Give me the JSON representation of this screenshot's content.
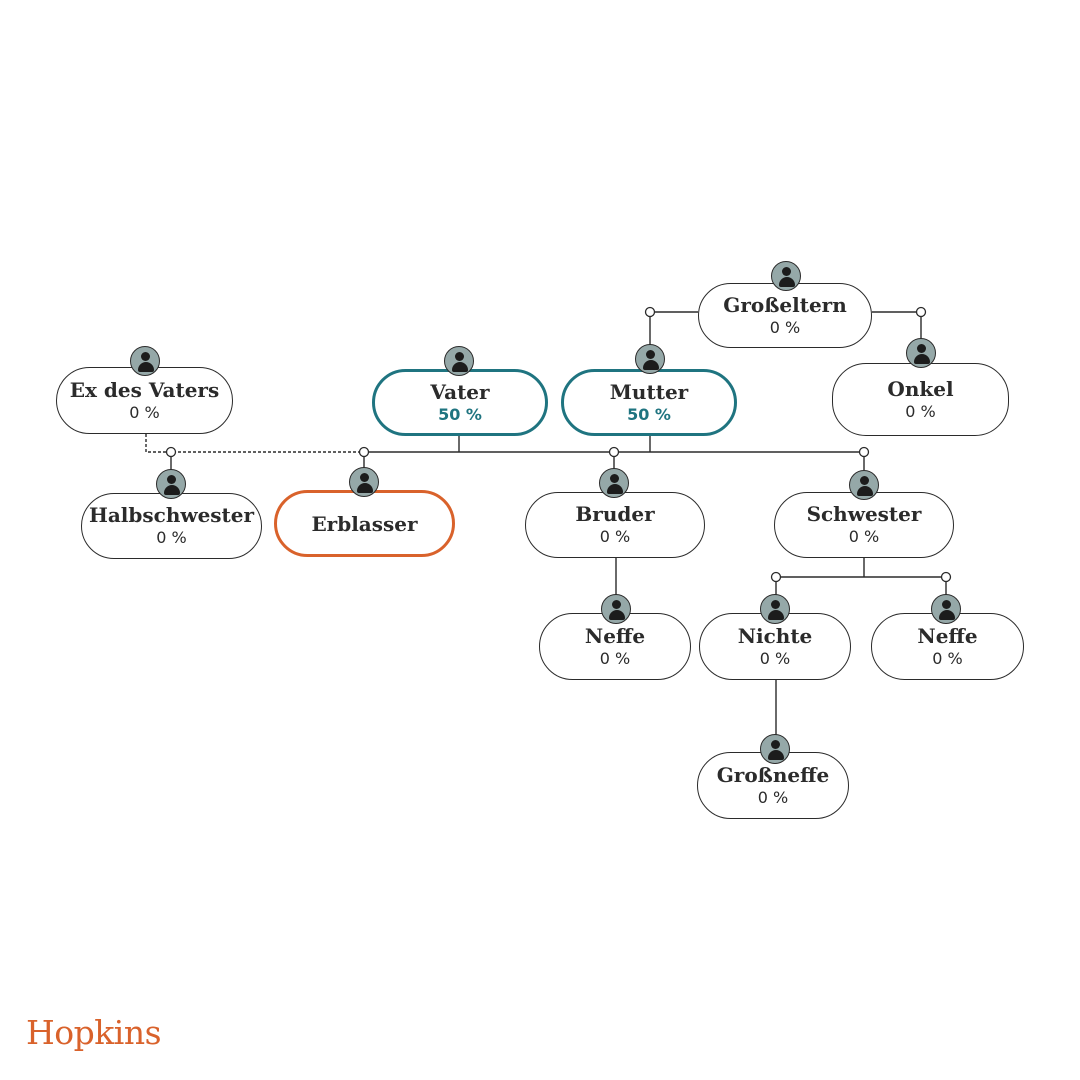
{
  "colors": {
    "line": "#2b2b2b",
    "heir_accent": "#1f7480",
    "deceased_accent": "#d9622b",
    "avatar_fill": "#95a8a8",
    "logo": "#d9622b"
  },
  "icon": "person-icon",
  "nodes": {
    "grosseltern": {
      "name": "Großeltern",
      "share": "0 %"
    },
    "ex_des_vaters": {
      "name": "Ex des Vaters",
      "share": "0 %"
    },
    "vater": {
      "name": "Vater",
      "share": "50 %"
    },
    "mutter": {
      "name": "Mutter",
      "share": "50 %"
    },
    "onkel": {
      "name": "Onkel",
      "share": "0 %"
    },
    "halbschwester": {
      "name": "Halbschwester",
      "share": "0 %"
    },
    "erblasser": {
      "name": "Erblasser"
    },
    "bruder": {
      "name": "Bruder",
      "share": "0 %"
    },
    "schwester": {
      "name": "Schwester",
      "share": "0 %"
    },
    "neffe_bruder": {
      "name": "Neffe",
      "share": "0 %"
    },
    "nichte": {
      "name": "Nichte",
      "share": "0 %"
    },
    "neffe_schwester": {
      "name": "Neffe",
      "share": "0 %"
    },
    "grossneffe": {
      "name": "Großneffe",
      "share": "0 %"
    }
  },
  "logo": {
    "text": "Hopkins"
  }
}
